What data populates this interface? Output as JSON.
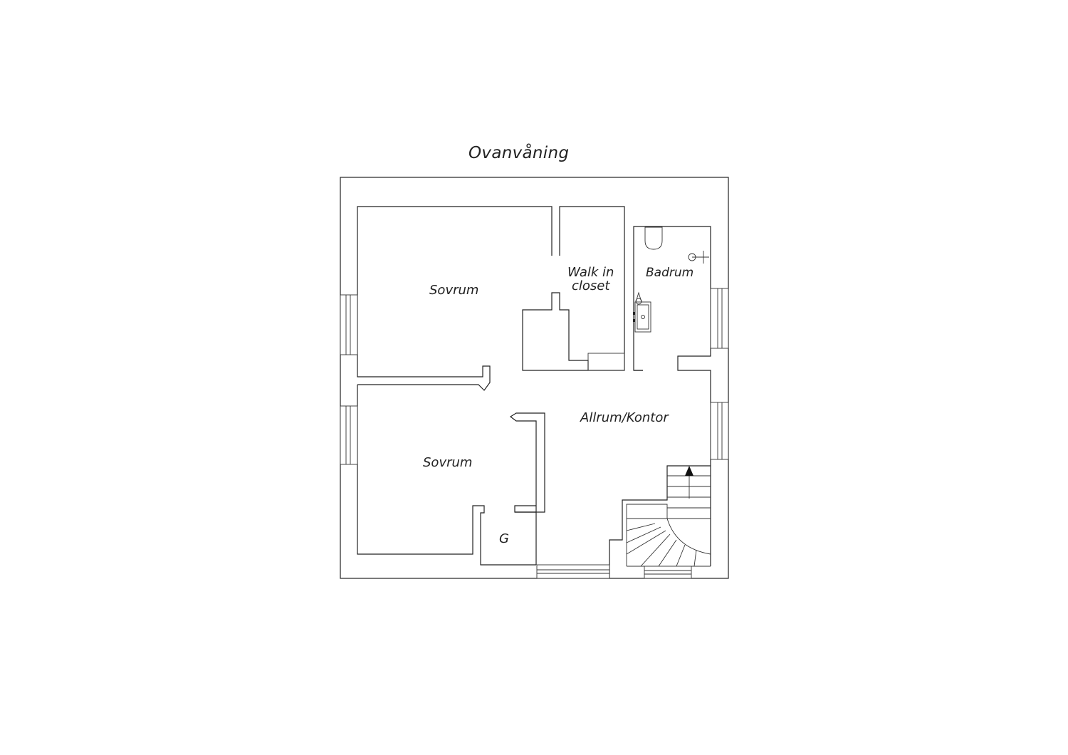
{
  "plan": {
    "title": "Ovanvåning",
    "rooms": {
      "bedroom_top": "Sovrum",
      "bedroom_bottom": "Sovrum",
      "closet_line1": "Walk in",
      "closet_line2": "closet",
      "bathroom": "Badrum",
      "living": "Allrum/Kontor",
      "storage": "G"
    },
    "colors": {
      "line": "#222222",
      "background": "#ffffff"
    }
  }
}
